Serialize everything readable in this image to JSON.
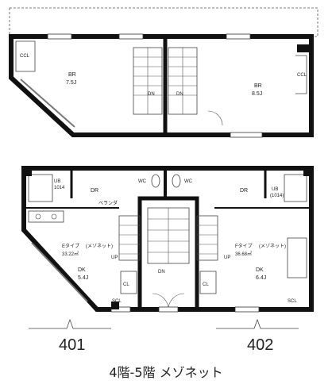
{
  "upper_floor": {
    "room_left": {
      "name": "BR",
      "size": "7.5J"
    },
    "room_right": {
      "name": "BR",
      "size": "8.5J"
    },
    "closet_left": "CCL",
    "closet_right": "CCL",
    "stair_left_label": "DN",
    "stair_right_label": "DN"
  },
  "lower_floor": {
    "left": {
      "bath": {
        "name": "UB",
        "size": "1014"
      },
      "dr": "DR",
      "wc": "WC",
      "type_label": "Eタイプ",
      "type_kind": "(メゾネット)",
      "area": "33.22㎡",
      "dk": {
        "name": "DK",
        "size": "5.4J"
      },
      "up": "UP",
      "balcony": "ベランダ",
      "cl": "CL",
      "scl": "SCL"
    },
    "right": {
      "bath": {
        "name": "UB",
        "size": "(1014)"
      },
      "dr": "DR",
      "wc": "WC",
      "type_label": "Fタイプ",
      "type_kind": "(メゾネット)",
      "area": "36.68㎡",
      "dk": {
        "name": "DK",
        "size": "6.4J"
      },
      "up": "UP",
      "cl": "CL",
      "scl": "SCL"
    },
    "stair_dn": "DN"
  },
  "unit_numbers": {
    "left": "401",
    "right": "402"
  },
  "caption": "4階-5階 メゾネット",
  "colors": {
    "wall": "#111111",
    "line": "#333333",
    "background": "#ffffff"
  }
}
